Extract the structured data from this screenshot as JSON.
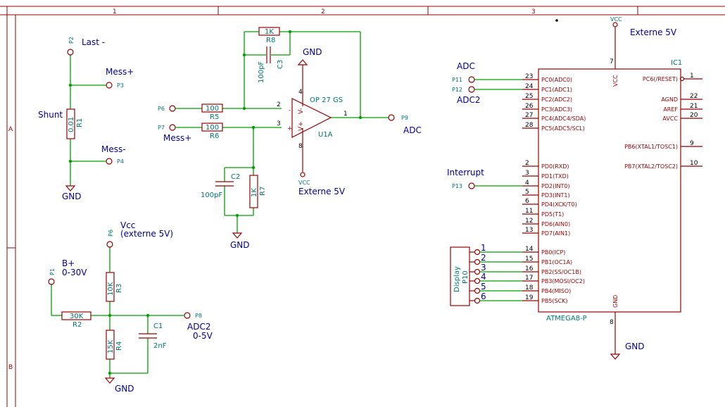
{
  "frame": {
    "columns": [
      "1",
      "2",
      "3"
    ],
    "rows": [
      "A",
      "B"
    ]
  },
  "ports": {
    "p1": "P1",
    "p2": "P2",
    "p3": "P3",
    "p4": "P4",
    "p6": "P6",
    "p7": "P7",
    "p8": "P8",
    "p9": "P9",
    "p11": "P11",
    "p12": "P12",
    "p13": "P13",
    "p6b": "P6"
  },
  "labels": {
    "last": "Last -",
    "mess_plus_top": "Mess+",
    "shunt": "Shunt",
    "mess_minus": "Mess-",
    "gnd1": "GND",
    "gnd_c2": "GND",
    "gnd_bottom": "GND",
    "gnd_ic": "GND",
    "gnd_op": "GND",
    "mess_plus_in": "Mess+",
    "adc_out": "ADC",
    "externe_5v_op": "Externe 5V",
    "vcc": "Vcc",
    "vcc_ext": "(externe 5V)",
    "bplus": "B+",
    "range": "0-30V",
    "adc2": "ADC2",
    "adc2_range": "0-5V",
    "adc_in": "ADC",
    "adc2_in": "ADC2",
    "interrupt": "Interrupt",
    "externe_5v_ic": "Externe 5V",
    "display": "Display"
  },
  "components": {
    "r1": {
      "ref": "R1",
      "value": "0.01"
    },
    "r2": {
      "ref": "R2",
      "value": "30K"
    },
    "r3": {
      "ref": "R3",
      "value": "10K"
    },
    "r4": {
      "ref": "R4",
      "value": "15K"
    },
    "r5": {
      "ref": "R5",
      "value": "100"
    },
    "r6": {
      "ref": "R6",
      "value": "100"
    },
    "r7": {
      "ref": "R7",
      "value": "1K"
    },
    "r8": {
      "ref": "R8",
      "value": "1K"
    },
    "c1": {
      "ref": "C1",
      "value": "2nF"
    },
    "c2": {
      "ref": "C2",
      "value": "100pF"
    },
    "c3": {
      "ref": "C3",
      "value": "100pF"
    },
    "u1": {
      "ref": "U1A",
      "value": "OP 27 GS",
      "pin_out": "1",
      "pin_inv": "2",
      "pin_noninv": "3",
      "pin_vplus": "4",
      "pin_vminus": "8",
      "vcc_pin": "VCC"
    },
    "p10": {
      "ref": "P10",
      "pins": [
        "1",
        "2",
        "3",
        "4",
        "5",
        "6"
      ]
    }
  },
  "ic1": {
    "ref": "IC1",
    "part": "ATMEGA8-P",
    "vcc_pin_label": "VCC",
    "vcc_pin_num": "7",
    "gnd_pin_label": "GND",
    "gnd_pin_num": "8",
    "vcc_net": "VCC",
    "left_pins": [
      {
        "num": "23",
        "name": "PC0(ADC0)"
      },
      {
        "num": "24",
        "name": "PC1(ADC1)"
      },
      {
        "num": "25",
        "name": "PC2(ADC2)"
      },
      {
        "num": "26",
        "name": "PC3(ADC3)"
      },
      {
        "num": "27",
        "name": "PC4(ADC4/SDA)"
      },
      {
        "num": "28",
        "name": "PC5(ADC5/SCL)"
      },
      {
        "num": "2",
        "name": "PD0(RXD)"
      },
      {
        "num": "3",
        "name": "PD1(TXD)"
      },
      {
        "num": "4",
        "name": "PD2(INT0)"
      },
      {
        "num": "5",
        "name": "PD3(INT1)"
      },
      {
        "num": "6",
        "name": "PD4(XCK/T0)"
      },
      {
        "num": "11",
        "name": "PD5(T1)"
      },
      {
        "num": "12",
        "name": "PD6(AIN0)"
      },
      {
        "num": "13",
        "name": "PD7(AIN1)"
      },
      {
        "num": "14",
        "name": "PB0(ICP)"
      },
      {
        "num": "15",
        "name": "PB1(OC1A)"
      },
      {
        "num": "16",
        "name": "PB2(SS/OC1B)"
      },
      {
        "num": "17",
        "name": "PB3(MOSI/OC2)"
      },
      {
        "num": "18",
        "name": "PB4(MISO)"
      },
      {
        "num": "19",
        "name": "PB5(SCK)"
      }
    ],
    "right_pins": [
      {
        "num": "1",
        "name": "PC6(/RESET)"
      },
      {
        "num": "22",
        "name": "AGND"
      },
      {
        "num": "21",
        "name": "AREF"
      },
      {
        "num": "20",
        "name": "AVCC"
      },
      {
        "num": "9",
        "name": "PB6(XTAL1/TOSC1)"
      },
      {
        "num": "10",
        "name": "PB7(XTAL2/TOSC2)"
      }
    ]
  }
}
